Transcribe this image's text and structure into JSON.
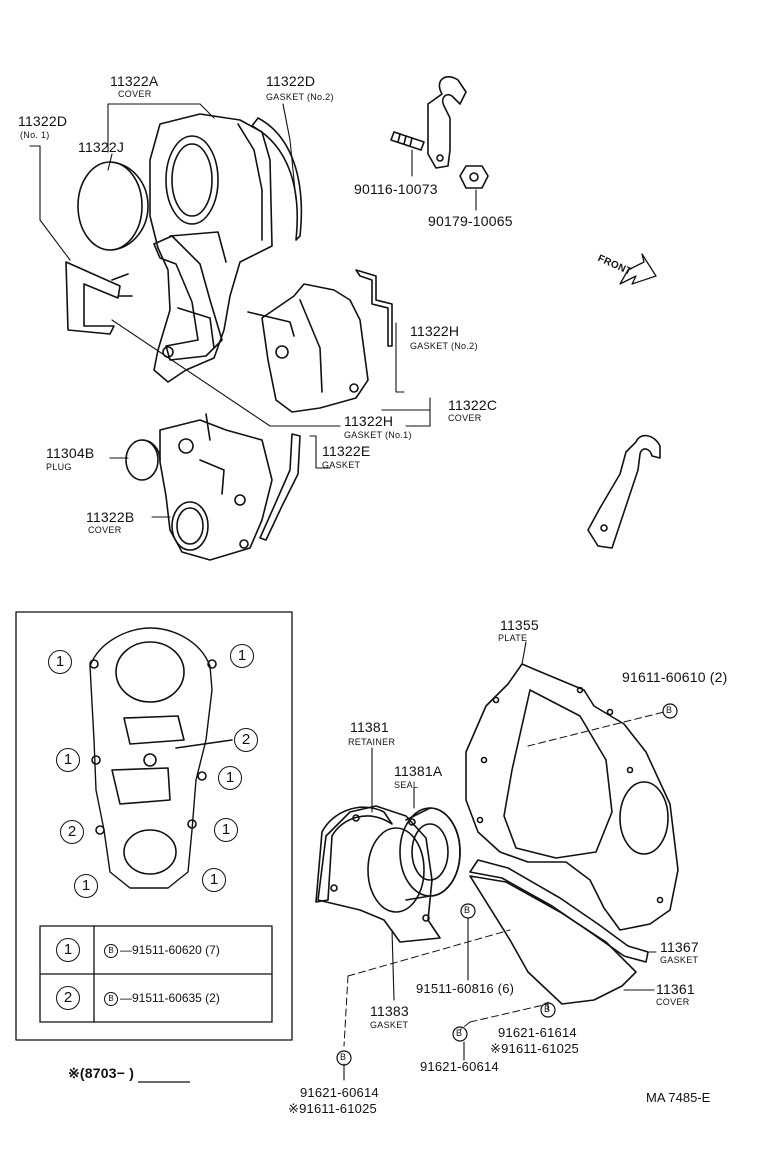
{
  "parts": {
    "p11322A": {
      "pn": "11322A",
      "name": "COVER"
    },
    "p11322D_no2": {
      "pn": "11322D",
      "name": "GASKET (No.2)"
    },
    "p11322D_no1": {
      "pn": "11322D",
      "name": "(No. 1)"
    },
    "p11322J": {
      "pn": "11322J"
    },
    "p90116": {
      "pn": "90116-10073"
    },
    "p90179": {
      "pn": "90179-10065"
    },
    "front": {
      "label": "FRONT"
    },
    "p11322H_no2": {
      "pn": "11322H",
      "name": "GASKET (No.2)"
    },
    "p11322C": {
      "pn": "11322C",
      "name": "COVER"
    },
    "p11322H_no1": {
      "pn": "11322H",
      "name": "GASKET (No.1)"
    },
    "p11304B": {
      "pn": "11304B",
      "name": "PLUG"
    },
    "p11322E": {
      "pn": "11322E",
      "name": "GASKET"
    },
    "p11322B": {
      "pn": "11322B",
      "name": "COVER"
    },
    "p11355": {
      "pn": "11355",
      "name": "PLATE"
    },
    "p91611_60610": {
      "pn": "91611-60610 (2)"
    },
    "p11381": {
      "pn": "11381",
      "name": "RETAINER"
    },
    "p11381A": {
      "pn": "11381A",
      "name": "SEAL"
    },
    "p91511_60816": {
      "pn": "91511-60816 (6)"
    },
    "p11367": {
      "pn": "11367",
      "name": "GASKET"
    },
    "p11361": {
      "pn": "11361",
      "name": "COVER"
    },
    "p11383": {
      "pn": "11383",
      "name": "GASKET"
    },
    "p91621_61614": {
      "pn": "91621-61614",
      "alt": "※91611-61025"
    },
    "p91621_60614_mid": {
      "pn": "91621-60614"
    },
    "p91621_60614_low": {
      "pn": "91621-60614",
      "alt": "※91611-61025"
    }
  },
  "bolt_marker": "B",
  "bolt_table": {
    "rows": [
      {
        "key": "1",
        "marker": "B",
        "pn": "91511-60620 (7)"
      },
      {
        "key": "2",
        "marker": "B",
        "pn": "91511-60635 (2)"
      }
    ]
  },
  "inset_callouts": [
    "1",
    "1",
    "2",
    "1",
    "1",
    "2",
    "1",
    "1",
    "1"
  ],
  "note": "※(8703−       )",
  "diagram_code": "MA  7485-E"
}
